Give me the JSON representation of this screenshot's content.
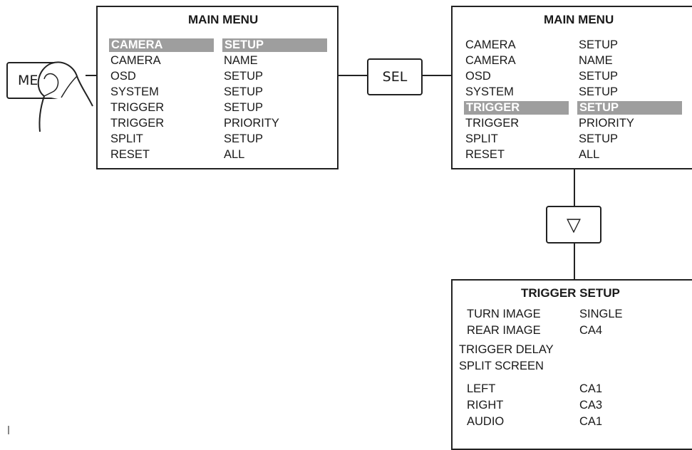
{
  "menu1": {
    "title": "MAIN MENU",
    "rows": [
      {
        "left": "CAMERA",
        "right": "SETUP"
      },
      {
        "left": "CAMERA",
        "right": "NAME"
      },
      {
        "left": "OSD",
        "right": "SETUP"
      },
      {
        "left": "SYSTEM",
        "right": "SETUP"
      },
      {
        "left": "TRIGGER",
        "right": "SETUP"
      },
      {
        "left": "TRIGGER",
        "right": "PRIORITY"
      },
      {
        "left": "SPLIT",
        "right": "SETUP"
      },
      {
        "left": "RESET",
        "right": "ALL"
      }
    ]
  },
  "menu2": {
    "title": "MAIN MENU",
    "rows": [
      {
        "left": "CAMERA",
        "right": "SETUP"
      },
      {
        "left": "CAMERA",
        "right": "NAME"
      },
      {
        "left": "OSD",
        "right": "SETUP"
      },
      {
        "left": "SYSTEM",
        "right": "SETUP"
      },
      {
        "left": "TRIGGER",
        "right": "SETUP"
      },
      {
        "left": "TRIGGER",
        "right": "PRIORITY"
      },
      {
        "left": "SPLIT",
        "right": "SETUP"
      },
      {
        "left": "RESET",
        "right": "ALL"
      }
    ]
  },
  "trigger_setup": {
    "title": "TRIGGER SETUP",
    "turn_image": {
      "label": "TURN IMAGE",
      "value": "SINGLE"
    },
    "rear_image": {
      "label": "REAR IMAGE",
      "value": "CA4"
    },
    "trigger_delay": "TRIGGER DELAY",
    "split_screen": "SPLIT SCREEN",
    "left": {
      "label": "LEFT",
      "value": "CA1"
    },
    "right": {
      "label": "RIGHT",
      "value": "CA3"
    },
    "audio": {
      "label": "AUDIO",
      "value": "CA1"
    }
  },
  "buttons": {
    "menu": "MENU",
    "sel": "SEL",
    "down": "▽"
  },
  "colors": {
    "highlight": "#9e9e9e",
    "line": "#222222"
  }
}
